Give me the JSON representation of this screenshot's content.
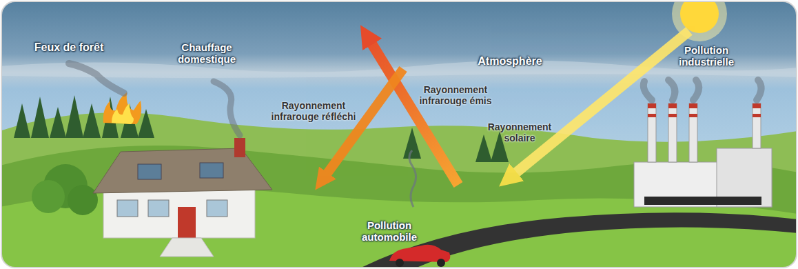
{
  "diagram": {
    "labels": [
      "Feux de forêt",
      "Chauffage domestique",
      "Atmosphère",
      "Pollution industrielle",
      "Rayonnement infrarouge réfléchi",
      "Rayonnement infrarouge émis",
      "Rayonnement solaire",
      "Pollution automobile"
    ]
  }
}
